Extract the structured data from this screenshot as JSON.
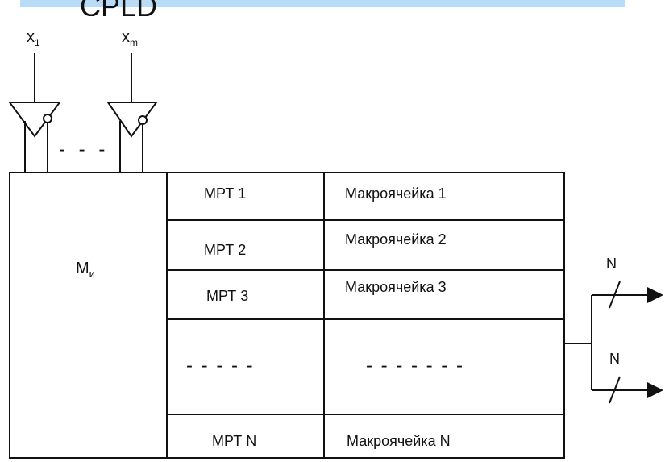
{
  "title": "CPLD",
  "inputs": {
    "first": {
      "base": "x",
      "sub": "1"
    },
    "last": {
      "base": "x",
      "sub": "m"
    },
    "ellipsis": "- - -"
  },
  "matrix": {
    "base": "M",
    "sub": "и"
  },
  "rows": [
    {
      "term": "МРТ 1",
      "cell": "Макроячейка 1"
    },
    {
      "term": "МРТ 2",
      "cell": "Макроячейка 2"
    },
    {
      "term": "МРТ 3",
      "cell": "Макроячейка 3"
    },
    {
      "term": "- - - - -",
      "cell": "- - - - - - -"
    },
    {
      "term": "МРТ N",
      "cell": "Макроячейка N"
    }
  ],
  "outputs": [
    {
      "label": "N"
    },
    {
      "label": "N"
    }
  ],
  "colors": {
    "stroke": "#111111",
    "title_band": "#b8dcf7"
  }
}
